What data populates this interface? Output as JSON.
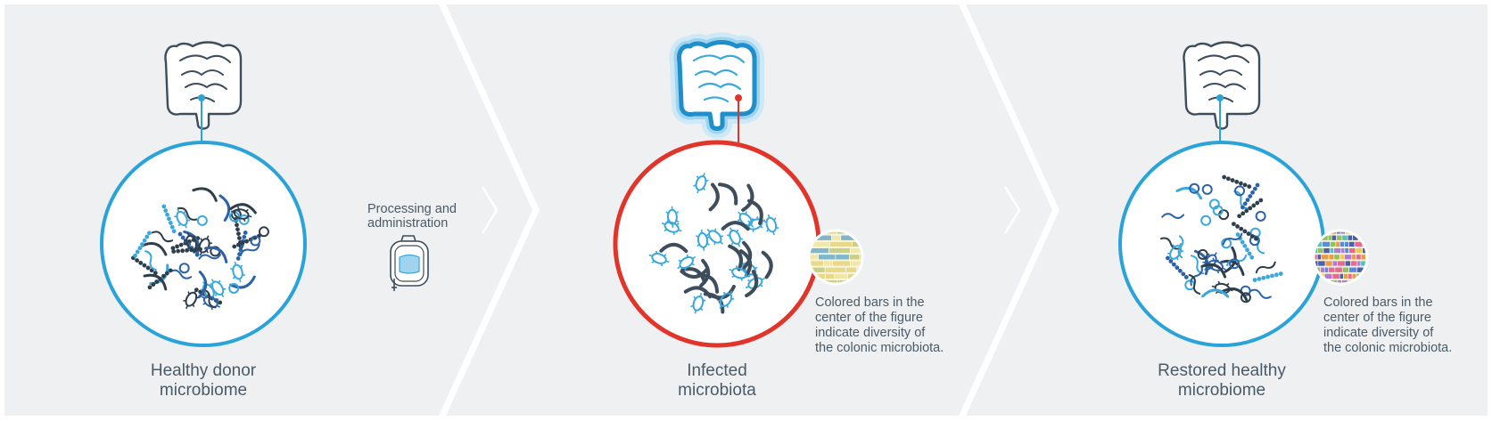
{
  "colors": {
    "panel": "#eef0f2",
    "healthy_ring": "#2aa3d8",
    "infected_ring": "#e1352b",
    "outline_dark": "#3d4d5b",
    "microbe_light": "#3aa8dc",
    "microbe_blue": "#2c62a8",
    "microbe_dark": "#2e3e4a",
    "text": "#4a5a66"
  },
  "stages": [
    {
      "label_lines": [
        "Healthy donor",
        "microbiome"
      ],
      "icon": "intestine-icon",
      "state": "healthy"
    },
    {
      "label_lines": [
        "Infected",
        "microbiota"
      ],
      "icon": "intestine-icon",
      "state": "infected"
    },
    {
      "label_lines": [
        "Restored healthy",
        "microbiome"
      ],
      "icon": "intestine-icon",
      "state": "healthy"
    }
  ],
  "process": {
    "lines": [
      "Processing and",
      "administration"
    ],
    "icon": "iv-bag-icon"
  },
  "diversity_notes": [
    {
      "lines": [
        "Colored bars in the",
        "center of the figure",
        "indicate diversity of",
        "the colonic microbiota."
      ],
      "diversity": "low"
    },
    {
      "lines": [
        "Colored bars in the",
        "center of the figure",
        "indicate diversity of",
        "the colonic microbiota."
      ],
      "diversity": "high"
    }
  ]
}
